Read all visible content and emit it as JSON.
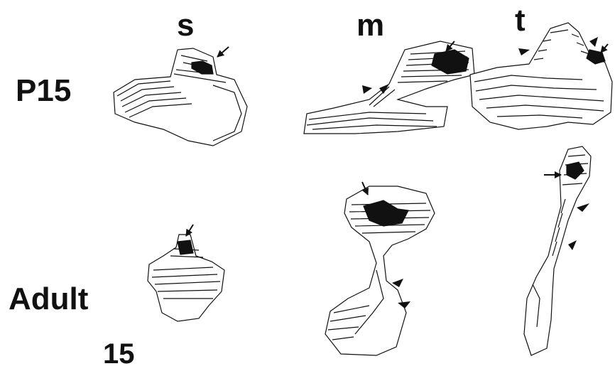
{
  "columns": [
    "s",
    "m",
    "t"
  ],
  "rows": [
    "P15",
    "Adult"
  ],
  "scale_label": "15",
  "colors": {
    "ink": "#111111",
    "fill": "#111111",
    "background": "#ffffff"
  }
}
